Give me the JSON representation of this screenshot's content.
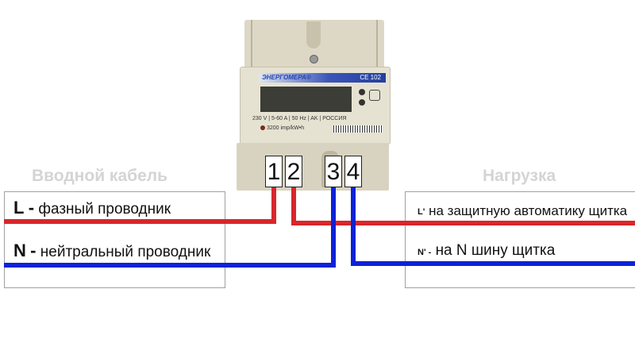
{
  "meter": {
    "brand": "ЭНЕРГОМЕРА®",
    "model": "CE 102",
    "specs": [
      "230 V",
      "5-60 A",
      "50 Hz",
      "AK",
      "РОССИЯ"
    ],
    "impulse": "3200 imp/kW•h",
    "terminals": [
      "1",
      "2",
      "3",
      "4"
    ]
  },
  "input": {
    "title": "Вводной кабель",
    "phase": {
      "letter": "L",
      "sep": "-",
      "text": "фазный проводник"
    },
    "neutral": {
      "letter": "N",
      "sep": "-",
      "text": "нейтральный проводник"
    }
  },
  "load": {
    "title": "Нагрузка",
    "phase": {
      "letter": "L'",
      "text": "на защитную автоматику щитка"
    },
    "neutral": {
      "letter": "N' -",
      "text": "на N шину щитка"
    }
  },
  "colors": {
    "phase": "#d8262b",
    "neutral": "#0d22d8"
  }
}
